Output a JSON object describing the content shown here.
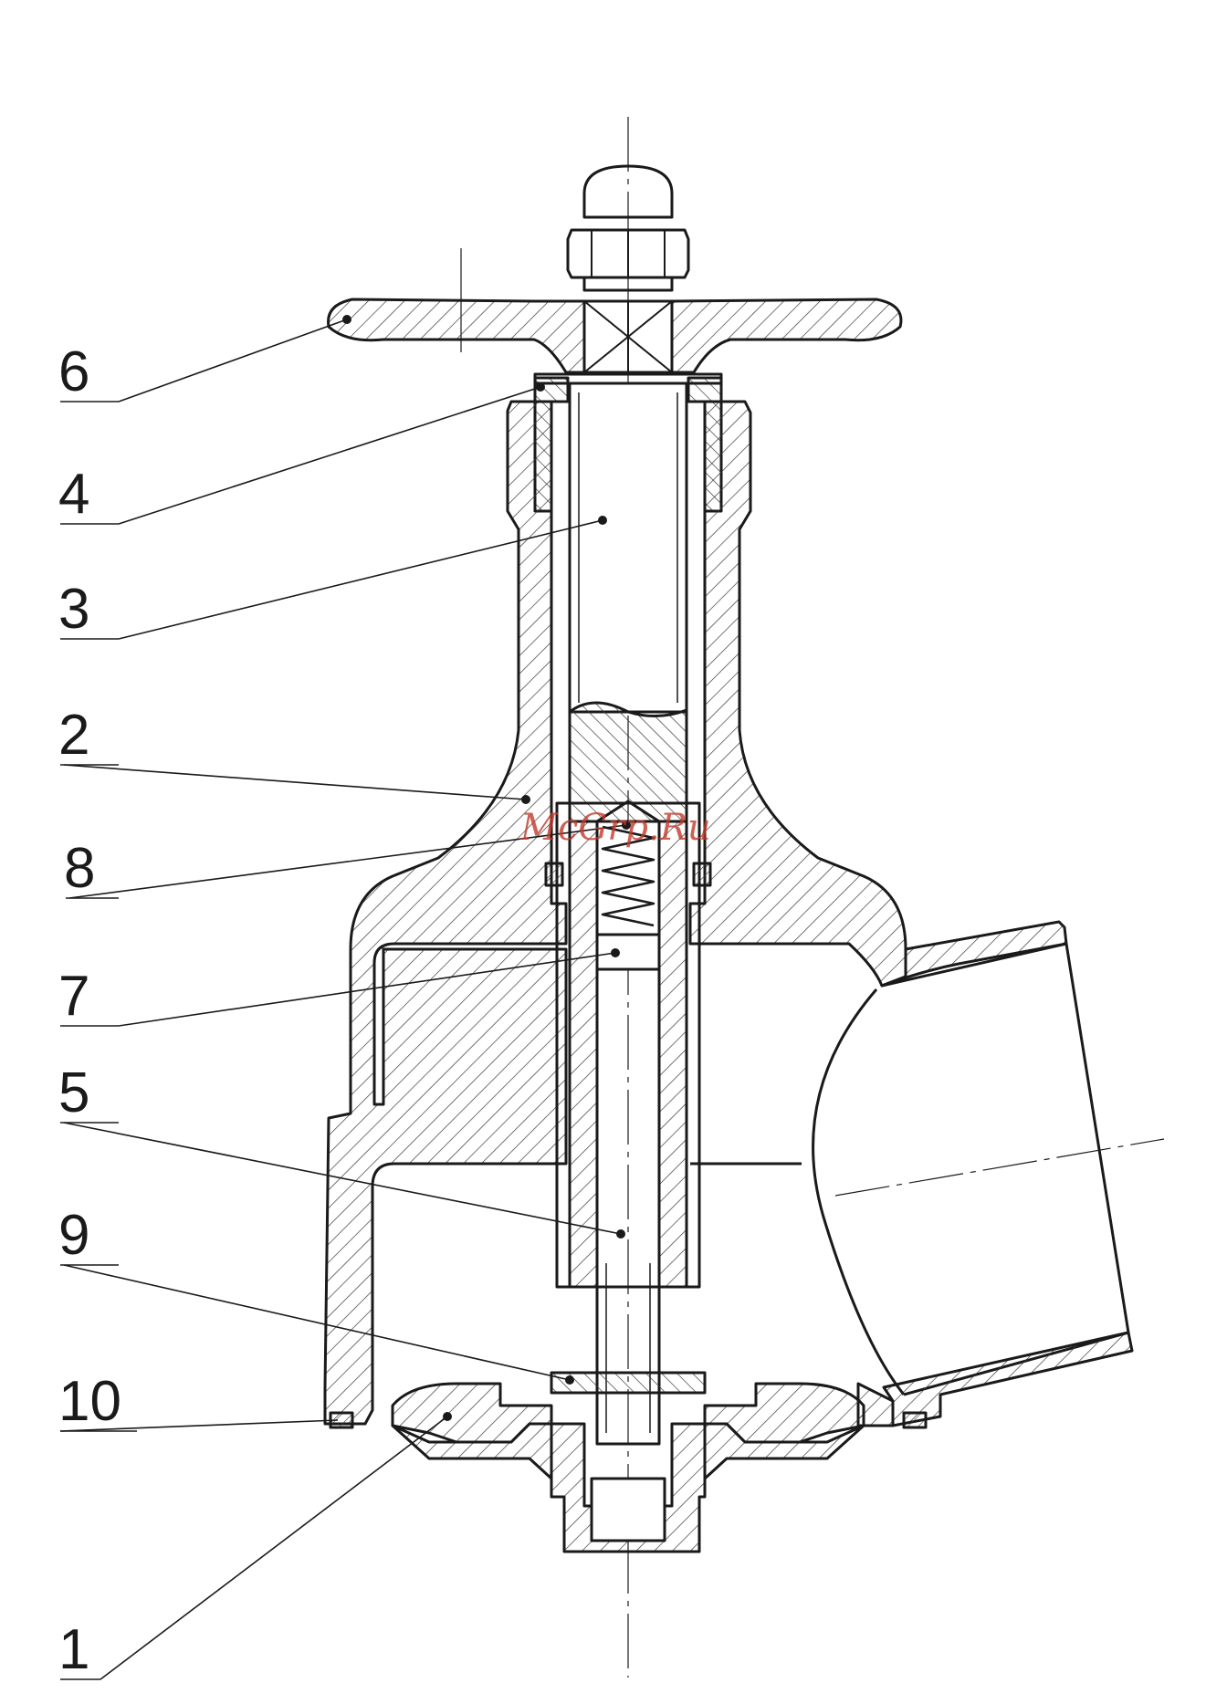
{
  "watermark": "McGrp.Ru",
  "callouts": [
    {
      "id": "6",
      "label": "6"
    },
    {
      "id": "4",
      "label": "4"
    },
    {
      "id": "3",
      "label": "3"
    },
    {
      "id": "2",
      "label": "2"
    },
    {
      "id": "8",
      "label": "8"
    },
    {
      "id": "7",
      "label": "7"
    },
    {
      "id": "5",
      "label": "5"
    },
    {
      "id": "9",
      "label": "9"
    },
    {
      "id": "10",
      "label": "10"
    },
    {
      "id": "1",
      "label": "1"
    }
  ],
  "colors": {
    "line": "#1a1a1a",
    "hatch": "#3a3a3a",
    "watermark": "#c0392b"
  }
}
